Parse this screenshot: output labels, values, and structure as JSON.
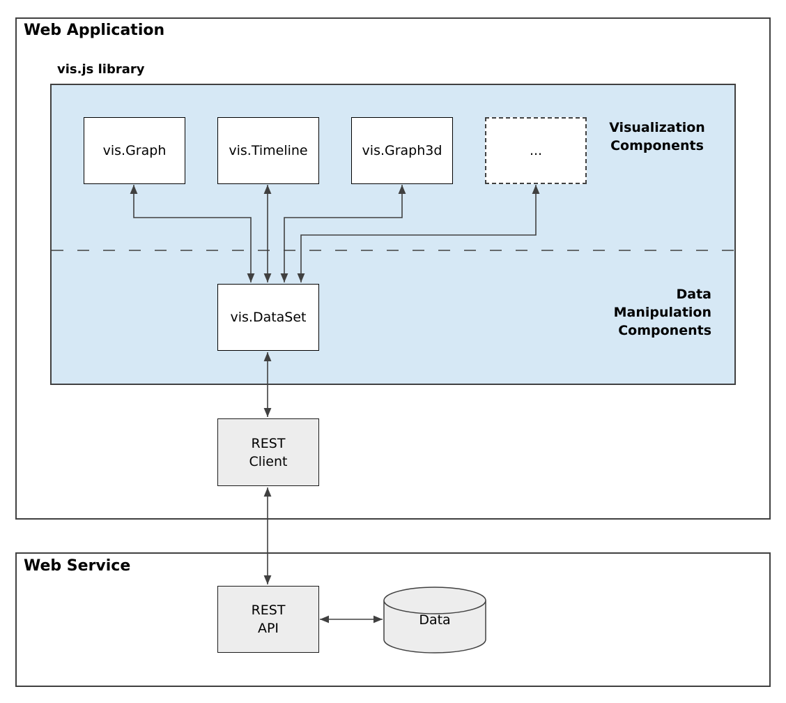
{
  "titles": {
    "web_application": "Web Application",
    "visjs_library": "vis.js library",
    "web_service": "Web Service"
  },
  "labels": {
    "visualization_components": "Visualization\nComponents",
    "data_manipulation_components": "Data\nManipulation\nComponents"
  },
  "nodes": {
    "vis_graph": "vis.Graph",
    "vis_timeline": "vis.Timeline",
    "vis_graph3d": "vis.Graph3d",
    "placeholder": "...",
    "vis_dataset": "vis.DataSet",
    "rest_client": "REST\nClient",
    "rest_api": "REST\nAPI",
    "data_store": "Data"
  },
  "colors": {
    "library_panel_fill": "#d6e8f5",
    "gray_node_fill": "#ededed",
    "line": "#404040"
  }
}
